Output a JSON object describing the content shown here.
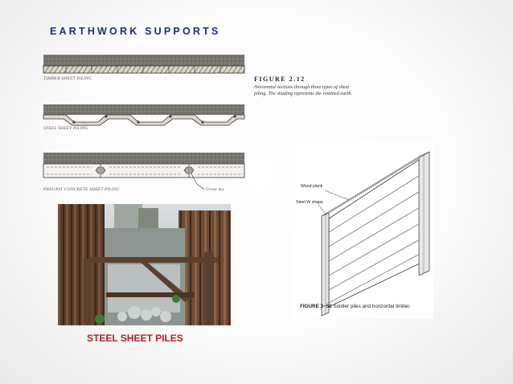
{
  "slide": {
    "title": "EARTHWORK SUPPORTS",
    "photo_caption": "STEEL SHEET PILES"
  },
  "figure_212": {
    "title": "FIGURE 2.12",
    "caption": "Horizontal sections through three types of sheet piling. The shading represents the retained earth.",
    "labels": {
      "timber": "TIMBER SHEET PILING",
      "steel": "STEEL SHEET PILING",
      "precast": "PRECAST CONCRETE SHEET PILING",
      "grout": "Grout key"
    }
  },
  "figure_351": {
    "label_wood": "Wood plank",
    "label_steel": "Steel W shape",
    "number": "FIGURE 3−51",
    "caption": "Soldier piles and horizontal timber."
  }
}
